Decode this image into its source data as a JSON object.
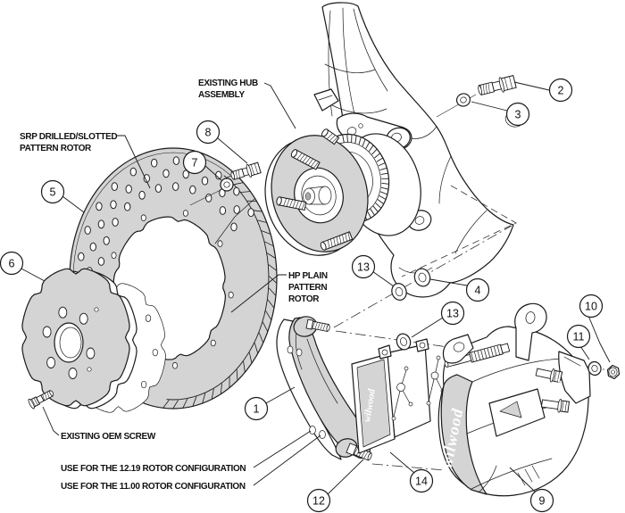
{
  "diagram": {
    "labels": {
      "srp_line1": "SRP DRILLED/SLOTTED",
      "srp_line2": "PATTERN ROTOR",
      "hub_line1": "EXISTING HUB",
      "hub_line2": "ASSEMBLY",
      "hp_line1": "HP PLAIN",
      "hp_line2": "PATTERN",
      "hp_line3": "ROTOR",
      "oem_screw": "EXISTING OEM SCREW",
      "config_1219": "USE FOR THE 12.19 ROTOR CONFIGURATION",
      "config_1100": "USE FOR THE 11.00 ROTOR CONFIGURATION"
    },
    "brand": {
      "caliper_logo": "wilwood",
      "pad_logo": "wilwood",
      "ear_logo": "wilwood"
    },
    "callouts": {
      "c1": "1",
      "c2": "2",
      "c3": "3",
      "c4": "4",
      "c5": "5",
      "c6": "6",
      "c7": "7",
      "c8": "8",
      "c9": "9",
      "c10": "10",
      "c11": "11",
      "c12": "12",
      "c13a": "13",
      "c13b": "13",
      "c14": "14"
    },
    "colors": {
      "line": "#1a1a1a",
      "part_fill": "#d4d4d4",
      "background": "#ffffff"
    }
  }
}
